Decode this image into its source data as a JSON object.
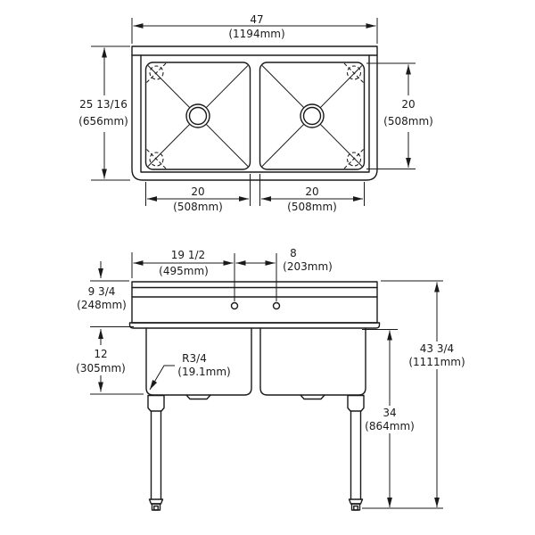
{
  "top_view": {
    "overall_width": {
      "value": "47",
      "metric": "(1194mm)"
    },
    "overall_depth": {
      "value": "25 13/16",
      "metric": "(656mm)"
    },
    "bowl_front_to_back": {
      "value": "20",
      "metric": "(508mm)"
    },
    "left_bowl_width": {
      "value": "20",
      "metric": "(508mm)"
    },
    "right_bowl_width": {
      "value": "20",
      "metric": "(508mm)"
    }
  },
  "front_view": {
    "faucet_hole_offset": {
      "value": "19 1/2",
      "metric": "(495mm)"
    },
    "faucet_hole_spacing": {
      "value": "8",
      "metric": "(203mm)"
    },
    "splash_apron_height": {
      "value": "9 3/4",
      "metric": "(248mm)"
    },
    "bowl_depth": {
      "value": "12",
      "metric": "(305mm)"
    },
    "bowl_corner_radius": {
      "value": "R3/4",
      "metric": "(19.1mm)"
    },
    "overall_height": {
      "value": "43 3/4",
      "metric": "(1111mm)"
    },
    "underside_to_floor": {
      "value": "34",
      "metric": "(864mm)"
    }
  },
  "colors": {
    "line": "#1a1a1a",
    "background": "#ffffff"
  }
}
